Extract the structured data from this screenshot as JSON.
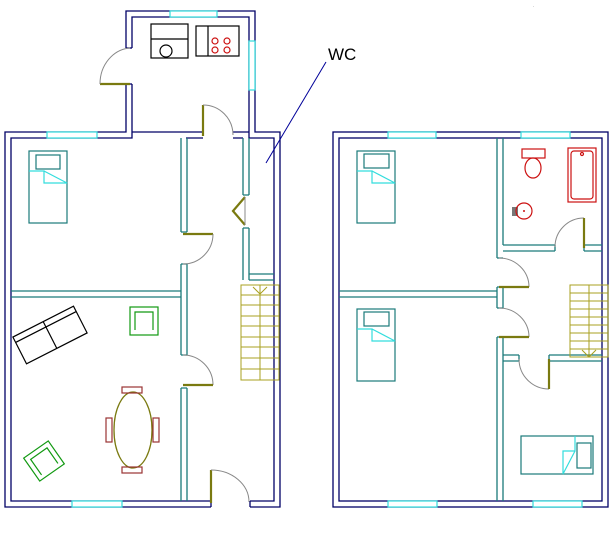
{
  "diagram": {
    "type": "floor-plan",
    "labels": {
      "wc": "WC"
    },
    "floors": [
      "ground-floor",
      "first-floor"
    ],
    "colors": {
      "external_wall": "#000066",
      "internal_wall": "#1a7a7a",
      "window": "#33dddd",
      "door_leaf": "#7a7a10",
      "sanitary": "#cc1111"
    }
  }
}
